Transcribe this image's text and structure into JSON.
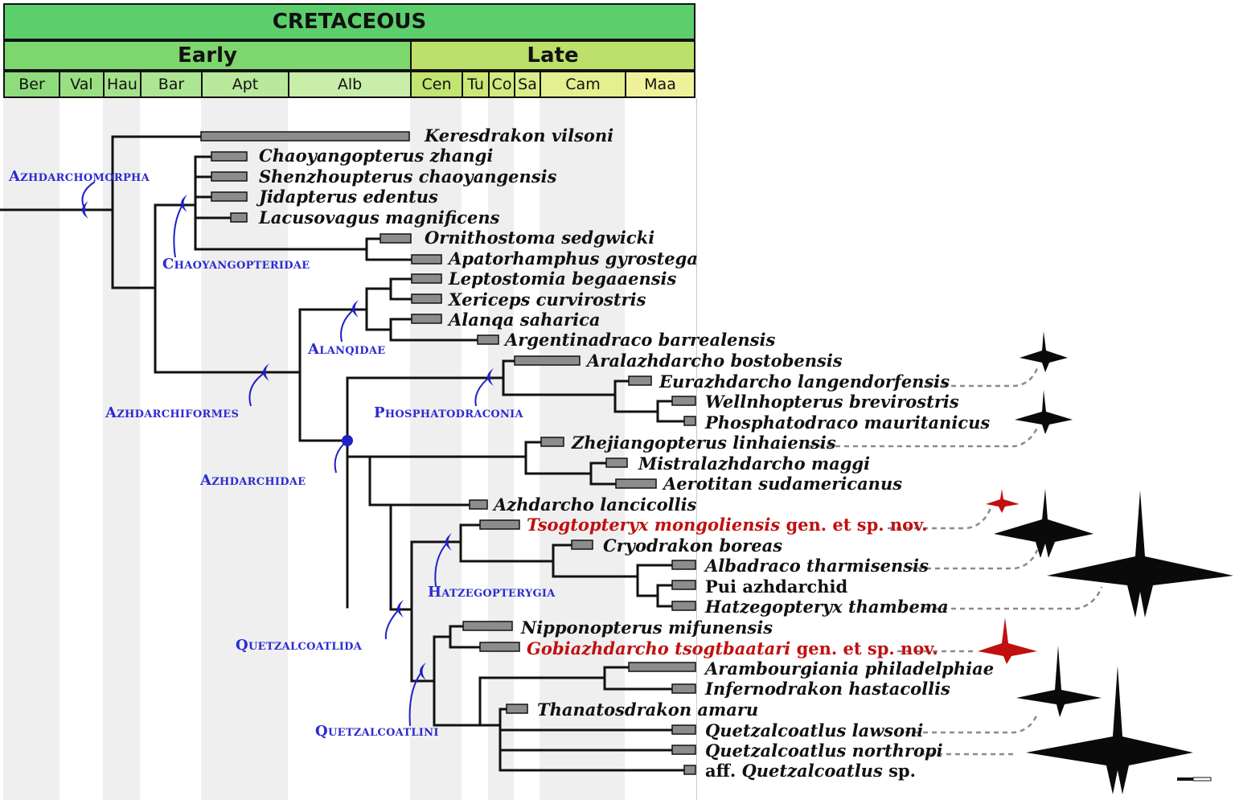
{
  "header": {
    "period": "CRETACEOUS",
    "epochs": [
      "Early",
      "Late"
    ],
    "stages": [
      "Ber",
      "Val",
      "Hau",
      "Bar",
      "Apt",
      "Alb",
      "Cen",
      "Tu",
      "Co",
      "Sa",
      "Cam",
      "Maa"
    ]
  },
  "taxa": [
    {
      "name": "Keresdrakon vilsoni"
    },
    {
      "name": "Chaoyangopterus zhangi"
    },
    {
      "name": "Shenzhoupterus chaoyangensis"
    },
    {
      "name": "Jidapterus edentus"
    },
    {
      "name": "Lacusovagus magnificens"
    },
    {
      "name": "Ornithostoma sedgwicki"
    },
    {
      "name": "Apatorhamphus gyrostega"
    },
    {
      "name": "Leptostomia begaaensis"
    },
    {
      "name": "Xericeps curvirostris"
    },
    {
      "name": "Alanqa saharica"
    },
    {
      "name": "Argentinadraco barrealensis"
    },
    {
      "name": "Aralazhdarcho bostobensis"
    },
    {
      "name": "Eurazhdarcho langendorfensis"
    },
    {
      "name": "Wellnhopterus brevirostris"
    },
    {
      "name": "Phosphatodraco mauritanicus"
    },
    {
      "name": "Zhejiangopterus linhaiensis"
    },
    {
      "name": "Mistralazhdarcho maggi"
    },
    {
      "name": "Aerotitan sudamericanus"
    },
    {
      "name": "Azhdarcho lancicollis"
    },
    {
      "name": "Tsogtopteryx mongoliensis",
      "suffix": "gen. et sp. nov."
    },
    {
      "name": "Cryodrakon boreas"
    },
    {
      "name": "Albadraco tharmisensis"
    },
    {
      "name": "Pui azhdarchid"
    },
    {
      "name": "Hatzegopteryx thambema"
    },
    {
      "name": "Nipponopterus mifunensis"
    },
    {
      "name": "Gobiazhdarcho tsogtbaatari",
      "suffix": "gen. et sp. nov."
    },
    {
      "name": "Arambourgiania philadelphiae"
    },
    {
      "name": "Infernodrakon hastacollis"
    },
    {
      "name": "Thanatosdrakon amaru"
    },
    {
      "name": "Quetzalcoatlus lawsoni"
    },
    {
      "name": "Quetzalcoatlus northropi"
    },
    {
      "prefix": "aff.",
      "name": "Quetzalcoatlus",
      "suffix": "sp."
    }
  ],
  "clades": [
    "Azhdarchomorpha",
    "Chaoyangopteridae",
    "Alanqidae",
    "Azhdarchiformes",
    "Phosphatodraconia",
    "Azhdarchidae",
    "Hatzegopterygia",
    "Quetzalcoatlida",
    "Quetzalcoatlini"
  ],
  "colors": {
    "period": "#5ccf6c",
    "early": "#7dd66e",
    "late": "#bde06a",
    "clade_label": "#2b2bd0",
    "new_taxon": "#c01010",
    "range_bar": "#8c8c8c"
  }
}
